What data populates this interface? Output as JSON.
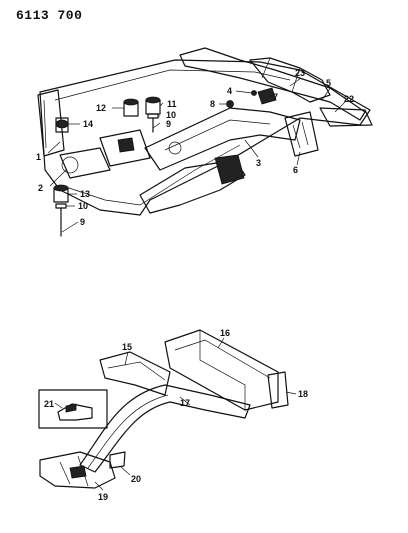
{
  "document": {
    "number": "6113 700"
  },
  "callouts": {
    "c1": "1",
    "c2": "2",
    "c3": "3",
    "c4": "4",
    "c5": "5",
    "c6": "6",
    "c7": "7",
    "c8": "8",
    "c9a": "9",
    "c9b": "9",
    "c10a": "10",
    "c10b": "10",
    "c11": "11",
    "c12": "12",
    "c13": "13",
    "c14": "14",
    "c15": "15",
    "c16": "16",
    "c17": "17",
    "c18": "18",
    "c19": "19",
    "c20": "20",
    "c21": "21",
    "c22": "22",
    "c23": "23"
  }
}
